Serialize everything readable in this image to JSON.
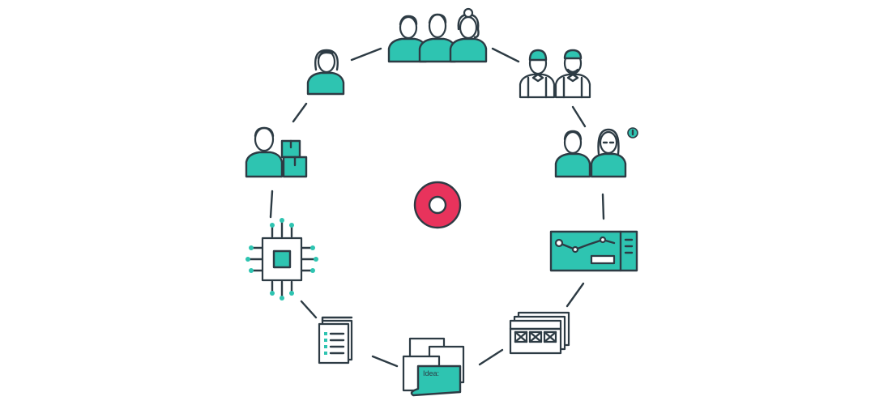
{
  "colors": {
    "ink": "#2d3b44",
    "teal": "#2ec4b1",
    "center": "#e8335c",
    "background": "#ffffff"
  },
  "cycle": {
    "center_icon": "ring-icon",
    "nodes": [
      {
        "id": "team",
        "icon": "team-of-three-icon"
      },
      {
        "id": "couple",
        "icon": "waiter-couple-icon"
      },
      {
        "id": "customers",
        "icon": "customer-pair-alert-icon"
      },
      {
        "id": "dashboard",
        "icon": "dashboard-screen-icon"
      },
      {
        "id": "wireframes",
        "icon": "wireframe-pages-icon"
      },
      {
        "id": "ideas",
        "icon": "idea-notes-icon"
      },
      {
        "id": "document",
        "icon": "checklist-document-icon"
      },
      {
        "id": "chip",
        "icon": "microchip-icon"
      },
      {
        "id": "delivery",
        "icon": "person-with-boxes-icon"
      },
      {
        "id": "individual",
        "icon": "woman-avatar-icon"
      }
    ],
    "idea_note_text": "Idea:"
  }
}
